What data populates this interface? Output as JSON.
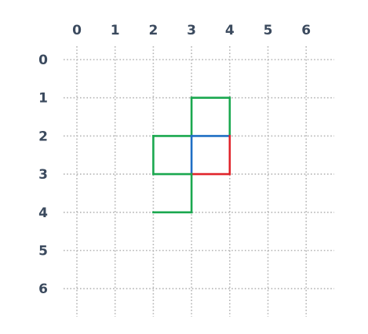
{
  "grid": {
    "columns": [
      "0",
      "1",
      "2",
      "3",
      "4",
      "5",
      "6"
    ],
    "rows": [
      "0",
      "1",
      "2",
      "3",
      "4",
      "5",
      "6"
    ]
  },
  "colors": {
    "green": "#1aa84f",
    "blue": "#1f6fc4",
    "red": "#e0242b",
    "grid": "#b5b5b5",
    "label": "#3b4a5e"
  },
  "segments": [
    {
      "color": "green",
      "from": [
        3,
        1
      ],
      "to": [
        4,
        1
      ]
    },
    {
      "color": "green",
      "from": [
        3,
        1
      ],
      "to": [
        3,
        2
      ]
    },
    {
      "color": "green",
      "from": [
        4,
        1
      ],
      "to": [
        4,
        2
      ]
    },
    {
      "color": "green",
      "from": [
        2,
        2
      ],
      "to": [
        3,
        2
      ]
    },
    {
      "color": "blue",
      "from": [
        3,
        2
      ],
      "to": [
        4,
        2
      ]
    },
    {
      "color": "blue",
      "from": [
        3,
        2
      ],
      "to": [
        3,
        3
      ]
    },
    {
      "color": "green",
      "from": [
        2,
        2
      ],
      "to": [
        2,
        3
      ]
    },
    {
      "color": "red",
      "from": [
        4,
        2
      ],
      "to": [
        4,
        3
      ]
    },
    {
      "color": "green",
      "from": [
        2,
        3
      ],
      "to": [
        3,
        3
      ]
    },
    {
      "color": "red",
      "from": [
        3,
        3
      ],
      "to": [
        4,
        3
      ]
    },
    {
      "color": "green",
      "from": [
        3,
        3
      ],
      "to": [
        3,
        4
      ]
    },
    {
      "color": "green",
      "from": [
        2,
        4
      ],
      "to": [
        3,
        4
      ]
    }
  ]
}
